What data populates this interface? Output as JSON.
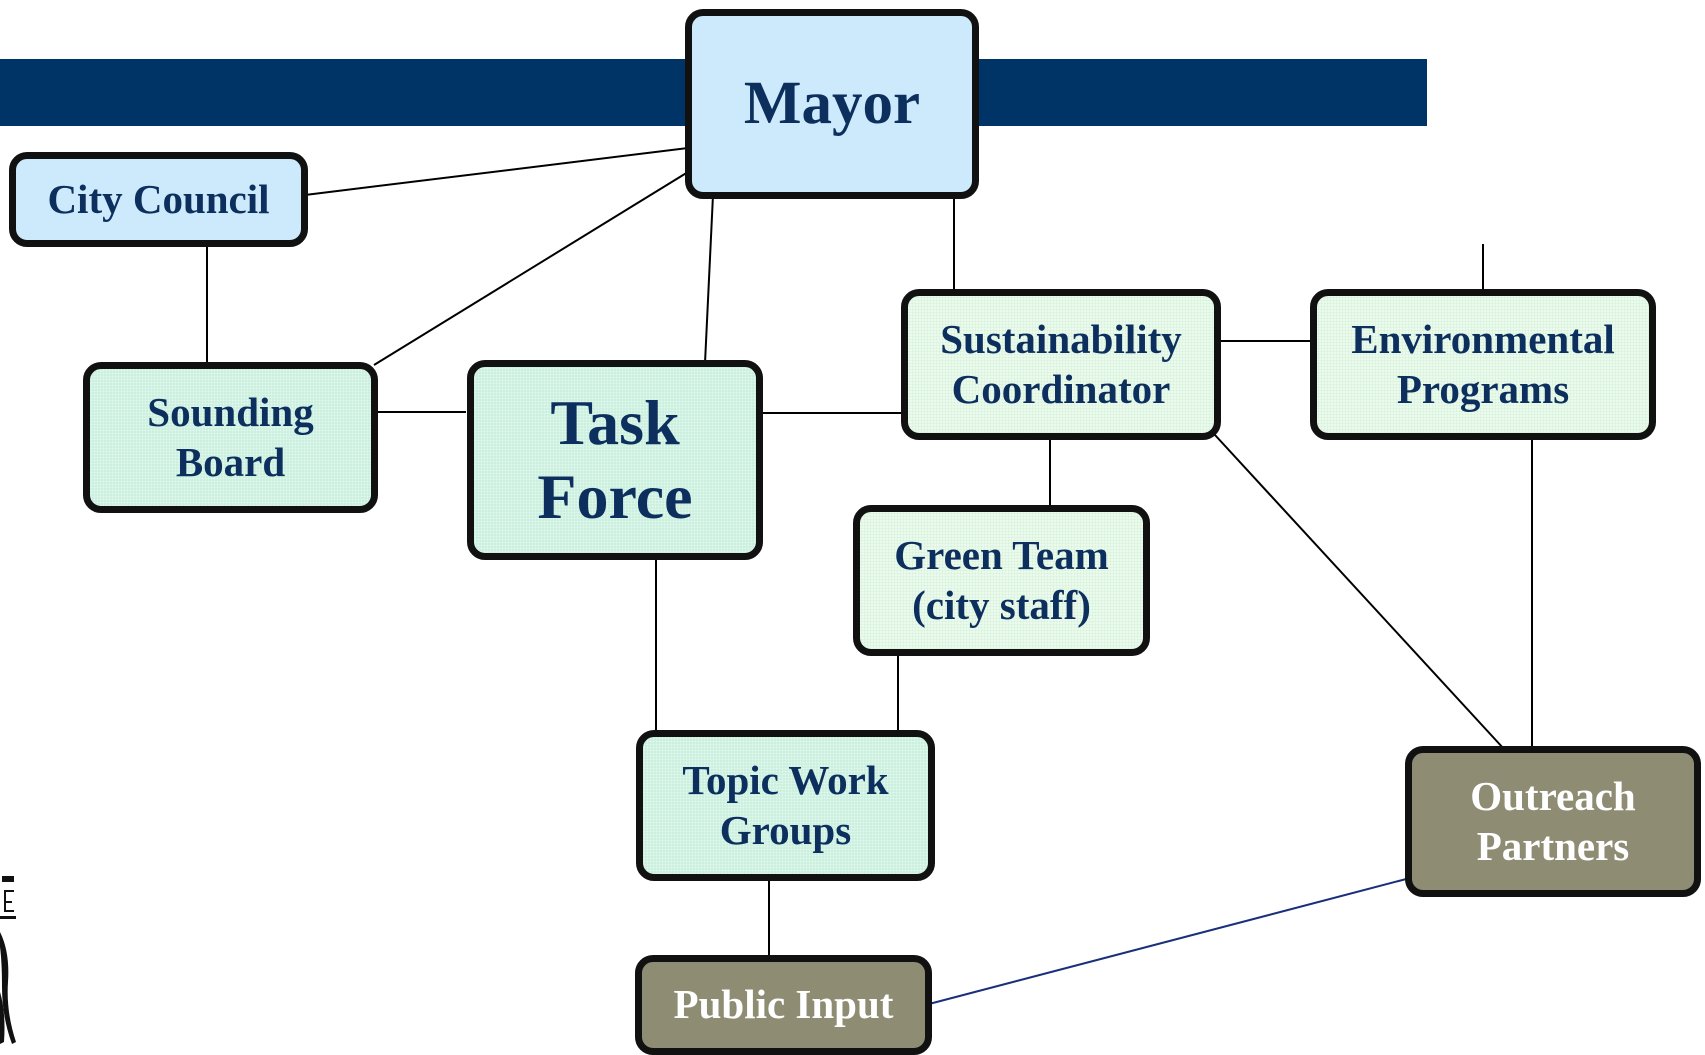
{
  "nodes": {
    "mayor": "Mayor",
    "city_council": "City Council",
    "sounding_board": [
      "Sounding",
      "Board"
    ],
    "task_force": [
      "Task",
      "Force"
    ],
    "sustainability_coordinator": [
      "Sustainability",
      "Coordinator"
    ],
    "environmental_programs": [
      "Environmental",
      "Programs"
    ],
    "green_team": [
      "Green Team",
      "(city staff)"
    ],
    "topic_work_groups": [
      "Topic Work",
      "Groups"
    ],
    "outreach_partners": [
      "Outreach",
      "Partners"
    ],
    "public_input": "Public Input"
  },
  "colors": {
    "banner": "#003366",
    "mayor_fill": "#cdeafd",
    "task_force_fill": "#c6efdd",
    "coordinator_fill": "#eefcef",
    "outreach_fill": "#8f8c74",
    "text": "#0d2f5e"
  }
}
